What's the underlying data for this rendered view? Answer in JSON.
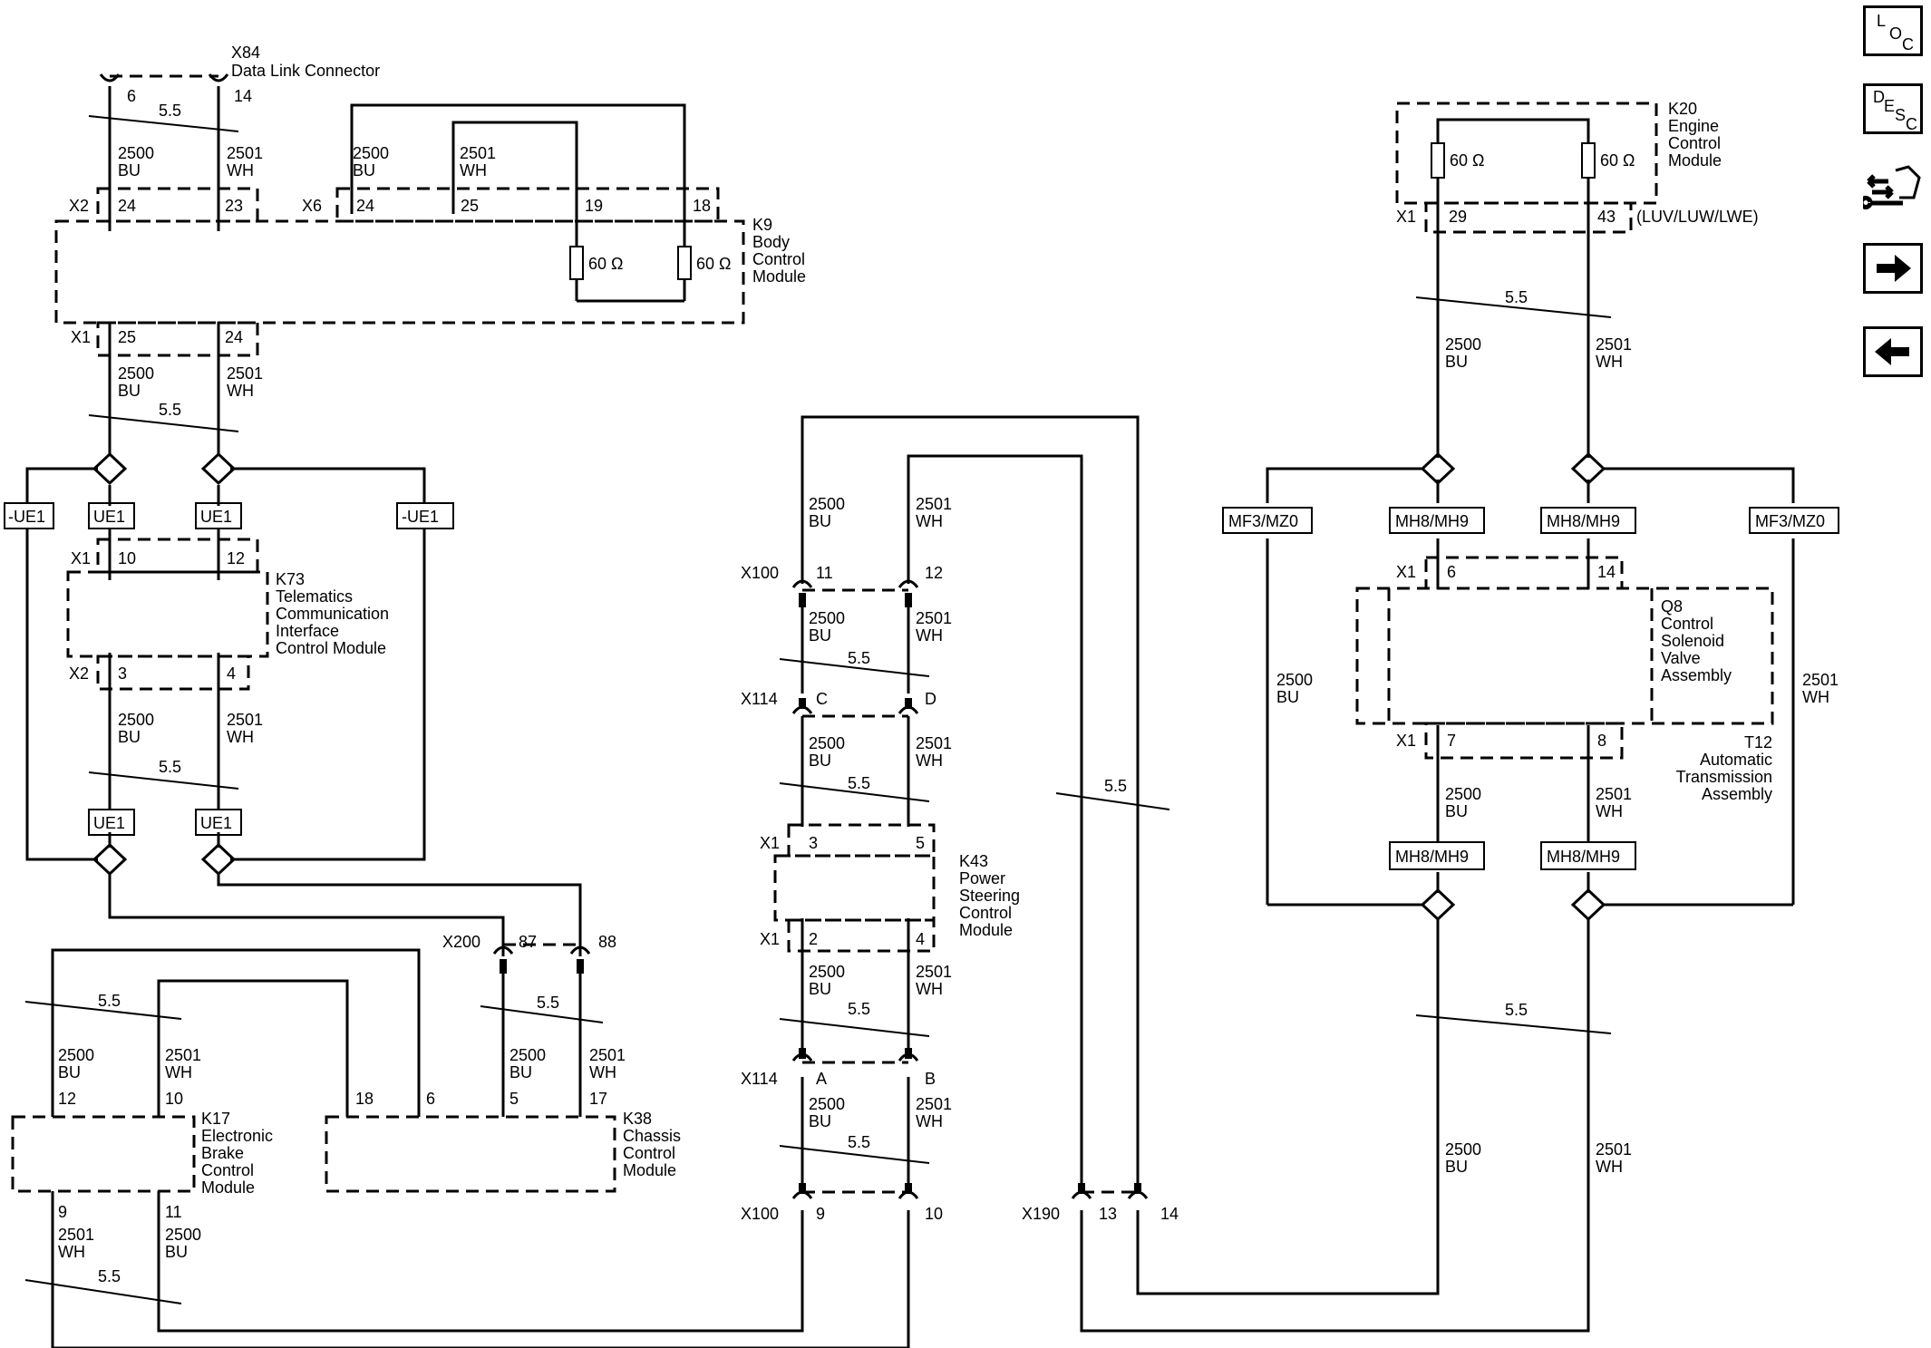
{
  "nav": {
    "loc": [
      "L",
      "O",
      "C"
    ],
    "desc": [
      "D",
      "E",
      "S",
      "C"
    ],
    "icons": [
      "schematic-service-icon",
      "next-arrow-icon",
      "previous-arrow-icon"
    ]
  },
  "twist": "5.5",
  "resistor": "60 Ω",
  "circuit": {
    "bu_num": "2500",
    "bu": "BU",
    "wh_num": "2501",
    "wh": "WH"
  },
  "modules": {
    "x84": {
      "id": "X84",
      "name": "Data Link Connector"
    },
    "k9": {
      "id": "K9",
      "lines": [
        "Body",
        "Control",
        "Module"
      ]
    },
    "k73": {
      "id": "K73",
      "lines": [
        "Telematics",
        "Communication",
        "Interface",
        "Control Module"
      ]
    },
    "k20": {
      "id": "K20",
      "lines": [
        "Engine",
        "Control",
        "Module"
      ]
    },
    "k20_note": "(LUV/LUW/LWE)",
    "q8": {
      "id": "Q8",
      "lines": [
        "Control",
        "Solenoid",
        "Valve",
        "Assembly"
      ]
    },
    "t12": {
      "id": "T12",
      "lines": [
        "Automatic",
        "Transmission",
        "Assembly"
      ]
    },
    "k43": {
      "id": "K43",
      "lines": [
        "Power",
        "Steering",
        "Control",
        "Module"
      ]
    },
    "k17": {
      "id": "K17",
      "lines": [
        "Electronic",
        "Brake",
        "Control",
        "Module"
      ]
    },
    "k38": {
      "id": "K38",
      "lines": [
        "Chassis",
        "Control",
        "Module"
      ]
    }
  },
  "connectors": {
    "x1": "X1",
    "x2": "X2",
    "x6": "X6",
    "x100": "X100",
    "x114": "X114",
    "x190": "X190",
    "x200": "X200"
  },
  "pins": {
    "x84": [
      "6",
      "14"
    ],
    "k9_x2": [
      "24",
      "23"
    ],
    "k9_x6": [
      "24",
      "25",
      "19",
      "18"
    ],
    "k9_x1": [
      "25",
      "24"
    ],
    "k73_x1": [
      "10",
      "12"
    ],
    "k73_x2": [
      "3",
      "4"
    ],
    "x200": [
      "87",
      "88"
    ],
    "k17": [
      "12",
      "10",
      "9",
      "11"
    ],
    "k38": [
      "18",
      "6",
      "5",
      "17"
    ],
    "x100_top": [
      "11",
      "12"
    ],
    "x114_top": [
      "C",
      "D"
    ],
    "k43_x1a": [
      "3",
      "5"
    ],
    "k43_x1b": [
      "2",
      "4"
    ],
    "x114_bot": [
      "A",
      "B"
    ],
    "x100_bot": [
      "9",
      "10"
    ],
    "x190": [
      "13",
      "14"
    ],
    "k20": [
      "29",
      "43"
    ],
    "q8_x1a": [
      "6",
      "14"
    ],
    "q8_x1b": [
      "7",
      "8"
    ]
  },
  "options": {
    "ue1": "UE1",
    "not_ue1": "-UE1",
    "mf3": "MF3/MZ0",
    "mh8": "MH8/MH9"
  }
}
